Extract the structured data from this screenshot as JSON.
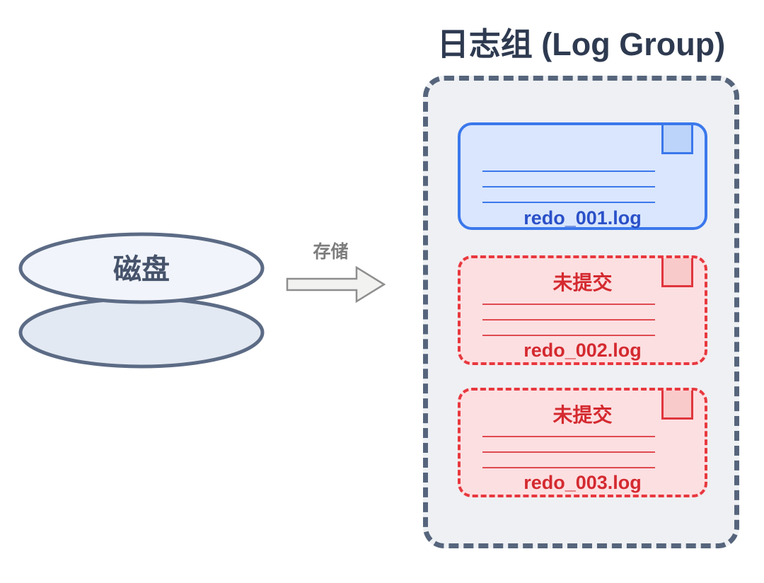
{
  "title": "日志组 (Log Group)",
  "disk": {
    "label": "磁盘"
  },
  "arrow": {
    "label": "存储"
  },
  "log_group": {
    "files": [
      {
        "name": "redo_001.log",
        "status": "",
        "state": "committed"
      },
      {
        "name": "redo_002.log",
        "status": "未提交",
        "state": "uncommitted"
      },
      {
        "name": "redo_003.log",
        "status": "未提交",
        "state": "uncommitted"
      }
    ]
  },
  "colors": {
    "title_text": "#2e3a50",
    "group_border": "#56657c",
    "group_fill": "#eef0f3",
    "committed_border": "#3b78ec",
    "committed_fill": "#d9e6fd",
    "committed_corner_fill": "#bcd4f9",
    "committed_text": "#2a50c8",
    "uncommitted_border": "#e8383f",
    "uncommitted_fill": "#fcdfe1",
    "uncommitted_corner_fill": "#f9caca",
    "uncommitted_text": "#d42a30",
    "disk_border": "#5c6b85",
    "disk_fill_top": "#f1f4fa",
    "disk_fill_bottom": "#e3e9f2",
    "disk_text": "#46536b",
    "arrow_fill": "#f2f2f0",
    "arrow_border": "#8e8e8e",
    "arrow_text": "#7d7d7d"
  }
}
